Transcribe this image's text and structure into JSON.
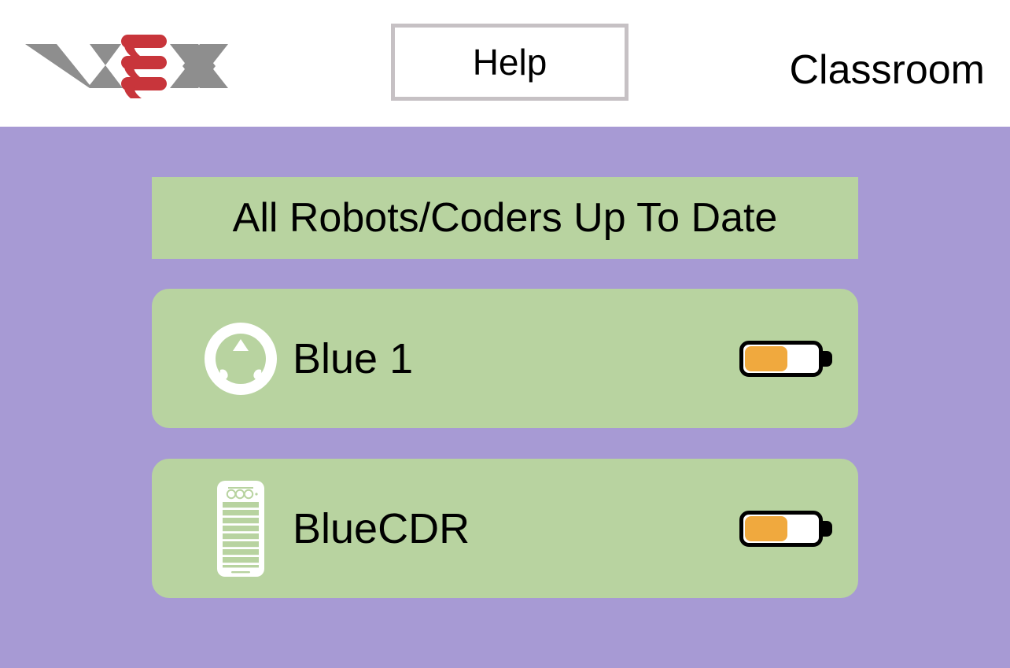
{
  "header": {
    "logo": {
      "name": "vex-logo",
      "text": "VEX",
      "gray_color": "#8e8e8e",
      "red_color": "#c8353b"
    },
    "help_button": {
      "label": "Help",
      "icon": "help-button",
      "border_color": "#c6c1c4"
    },
    "title": "Classroom"
  },
  "theme": {
    "background_purple": "#a79ad4",
    "card_green": "#b8d3a0",
    "battery_orange": "#f0a93e",
    "header_white": "#ffffff",
    "text_black": "#000000"
  },
  "main": {
    "status_banner": {
      "text": "All Robots/Coders Up To Date",
      "background": "#b8d3a0"
    },
    "devices": [
      {
        "name": "Blue 1",
        "icon": "robot-brain-icon",
        "type": "robot",
        "battery": {
          "level_percent": 55,
          "fill_color": "#f0a93e"
        }
      },
      {
        "name": "BlueCDR",
        "icon": "coder-device-icon",
        "type": "coder",
        "battery": {
          "level_percent": 55,
          "fill_color": "#f0a93e"
        }
      }
    ]
  }
}
